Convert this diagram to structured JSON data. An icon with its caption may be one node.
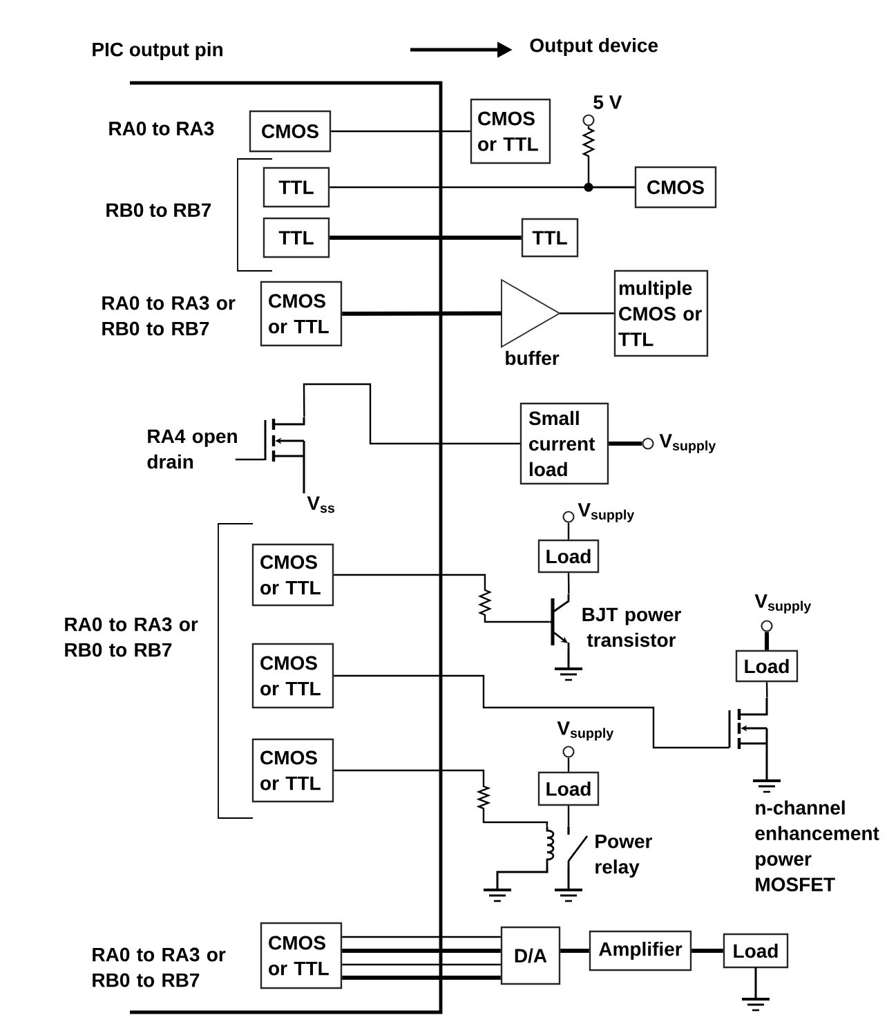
{
  "diagram": {
    "nodes": [
      {
        "text": [
          "CMOS"
        ]
      },
      {
        "text": [
          "CMOS or TTL"
        ]
      },
      {
        "text": [],
        "shape": "circle",
        "beside": [
          "5 V"
        ]
      },
      {
        "text": [
          "TTL"
        ]
      },
      {
        "text": [
          "CMOS"
        ]
      },
      {
        "text": [
          "TTL"
        ]
      },
      {
        "text": [
          "TTL"
        ]
      },
      {
        "text": [
          "CMOS or TTL"
        ]
      },
      {
        "text": [],
        "shape": "triangle",
        "beside": [
          "buffer"
        ]
      },
      {
        "text": [
          "multiple CMOS or TTL"
        ]
      },
      {
        "text": [
          "RA4 open drain"
        ]
      },
      {
        "text": [],
        "shape": "picture",
        "beside": [
          "V$_{ss}$"
        ]
      },
      {
        "text": [
          "Small current load"
        ]
      },
      {
        "text": [],
        "shape": "circle",
        "beside": [
          "V$_{supply}$"
        ]
      },
      {
        "text": [],
        "shape": "circle",
        "beside": [
          "V$_{supply}$"
        ]
      },
      {
        "text": [
          "Load"
        ]
      },
      {
        "text": [
          "CMOS or TTL"
        ]
      },
      {
        "text": [],
        "shape": "picture",
        "beside": [
          "BJT power transistor"
        ]
      },
      {
        "text": [],
        "shape": "circle",
        "beside": [
          "V$_{supply}$"
        ]
      },
      {
        "text": [
          "CMOS or TTL"
        ]
      },
      {
        "text": [
          "Load"
        ]
      },
      {
        "text": [],
        "shape": "picture",
        "beside": [
          "n-channel enhancement power MOSFET"
        ]
      },
      {
        "text": [],
        "shape": "circle",
        "beside": [
          "V$_{supply}$"
        ]
      },
      {
        "text": [
          "CMOS or TTL"
        ]
      },
      {
        "text": [
          "Load"
        ]
      },
      {
        "text": [],
        "shape": "picture",
        "beside": [
          "Power relay"
        ]
      },
      {
        "text": [
          "CMOS or TTL"
        ]
      },
      {
        "text": [
          "D/A"
        ]
      },
      {
        "text": [
          "Amplifier"
        ]
      },
      {
        "text": [
          "Load"
        ]
      }
    ],
    "edges": [
      {
        "from": 0,
        "to": 1,
        "arrow": "none"
      },
      {
        "from": 2,
        "to": 4,
        "arrow": "none"
      },
      {
        "from": 3,
        "to": 4,
        "arrow": "none"
      },
      {
        "from": 5,
        "to": 6,
        "arrow": "none",
        "style": "thick"
      },
      {
        "from": 7,
        "to": 8,
        "arrow": "none",
        "style": "thick"
      },
      {
        "from": 8,
        "to": 9,
        "arrow": "none"
      },
      {
        "from": 10,
        "to": 11,
        "arrow": "none"
      },
      {
        "from": 11,
        "to": 12,
        "arrow": "none"
      },
      {
        "from": 12,
        "to": 13,
        "arrow": "none",
        "style": "thick"
      },
      {
        "from": 14,
        "to": 15,
        "arrow": "none"
      },
      {
        "from": 16,
        "to": 17,
        "arrow": "none"
      },
      {
        "from": 15,
        "to": 17,
        "arrow": "none"
      },
      {
        "from": 18,
        "to": 20,
        "arrow": "none",
        "style": "thick"
      },
      {
        "from": 19,
        "to": 21,
        "arrow": "none"
      },
      {
        "from": 20,
        "to": 21,
        "arrow": "none"
      },
      {
        "from": 22,
        "to": 24,
        "arrow": "none"
      },
      {
        "from": 23,
        "to": 25,
        "arrow": "none"
      },
      {
        "from": 24,
        "to": 25,
        "arrow": "none"
      },
      {
        "from": 26,
        "to": 27,
        "arrow": "none"
      },
      {
        "from": 26,
        "to": 27,
        "arrow": "none",
        "style": "thick"
      },
      {
        "from": 26,
        "to": 27,
        "arrow": "none"
      },
      {
        "from": 26,
        "to": 27,
        "arrow": "none",
        "style": "thick"
      },
      {
        "from": 27,
        "to": 28,
        "arrow": "none",
        "style": "thick"
      },
      {
        "from": 28,
        "to": 29,
        "arrow": "none",
        "style": "thick"
      }
    ],
    "labels": [
      "PIC output pin",
      "Output device",
      "RA0 to RA3",
      "RB0 to RB7",
      "RA0 to RA3 or RB0 to RB7",
      "RA0 to RA3 or RB0 to RB7",
      "RA0 to RA3 or RB0 to RB7"
    ]
  }
}
